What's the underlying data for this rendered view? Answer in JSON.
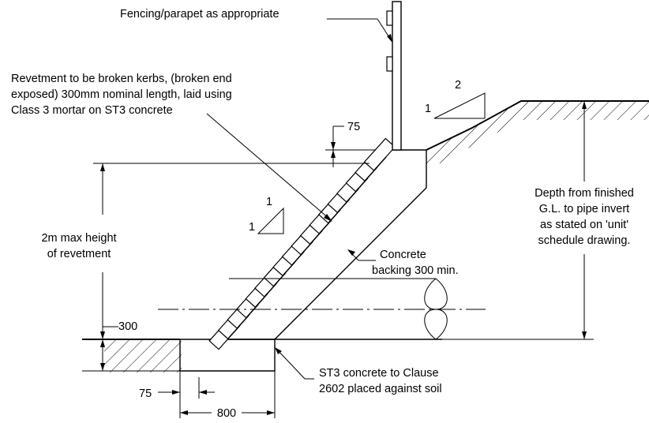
{
  "labels": {
    "fencing": "Fencing/parapet as appropriate",
    "revetment_line1": "Revetment to be broken kerbs, (broken end",
    "revetment_line2": "exposed) 300mm nominal length, laid using",
    "revetment_line3": "Class 3 mortar on ST3 concrete",
    "max_height_line1": "2m max height",
    "max_height_line2": "of revetment",
    "concrete_backing_line1": "Concrete",
    "concrete_backing_line2": "backing 300 min.",
    "depth_line1": "Depth from finished",
    "depth_line2": "G.L. to pipe invert",
    "depth_line3": "as stated on 'unit'",
    "depth_line4": "schedule drawing.",
    "st3_line1": "ST3 concrete to Clause",
    "st3_line2": "2602 placed against soil"
  },
  "dimensions": {
    "top_offset": "75",
    "footing_depth": "300",
    "toe_offset": "75",
    "footing_width": "800"
  },
  "slopes": {
    "upper_rise": "1",
    "upper_run": "2",
    "face_rise": "1",
    "face_run": "1"
  }
}
